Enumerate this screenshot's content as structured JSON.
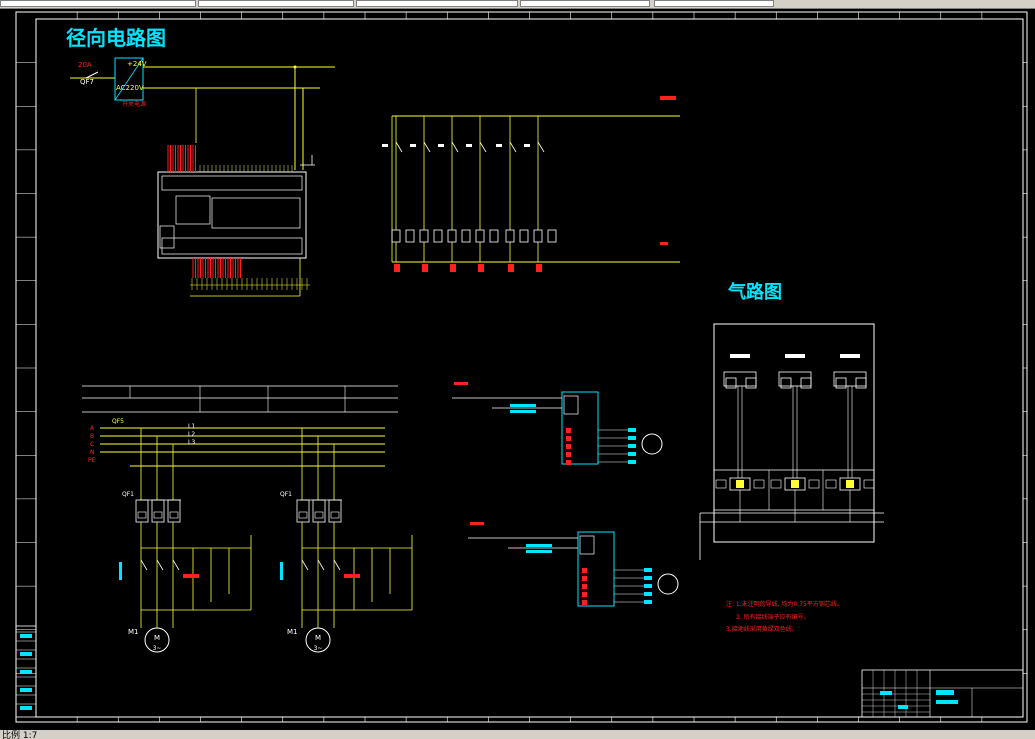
{
  "drawing": {
    "circuit_title": "径向电路图",
    "pneumatic_title": "气路图"
  },
  "psu": {
    "breaker_rating": "20A",
    "breaker_tag": "QF7",
    "output_label": "+24V",
    "input_label": "AC220V",
    "device_label": "开关电源"
  },
  "motor_circuits": [
    {
      "breaker_tag": "QF1",
      "motor_tag": "M1",
      "motor_label": "M",
      "motor_phase": "3~"
    },
    {
      "breaker_tag": "QF1",
      "motor_tag": "M1",
      "motor_label": "M",
      "motor_phase": "3~"
    }
  ],
  "supply": {
    "main_breaker": "QF5",
    "phase_labels": [
      "L1",
      "L2",
      "L3"
    ],
    "terminal_labels": [
      "A",
      "B",
      "C",
      "N",
      "PE"
    ]
  },
  "notes": [
    "注: 1.未注明的导线, 均为0.75平方铜芯线。",
    "2. 所有接线端子应有编号。",
    "3.接地线采用黄绿双色线。"
  ],
  "status": {
    "scale_text": "比例 1:7"
  },
  "colors": {
    "frame": "#ffffff",
    "wire": "#ffff33",
    "device": "#00e5ff",
    "label": "#ff2020",
    "background": "#000000"
  }
}
